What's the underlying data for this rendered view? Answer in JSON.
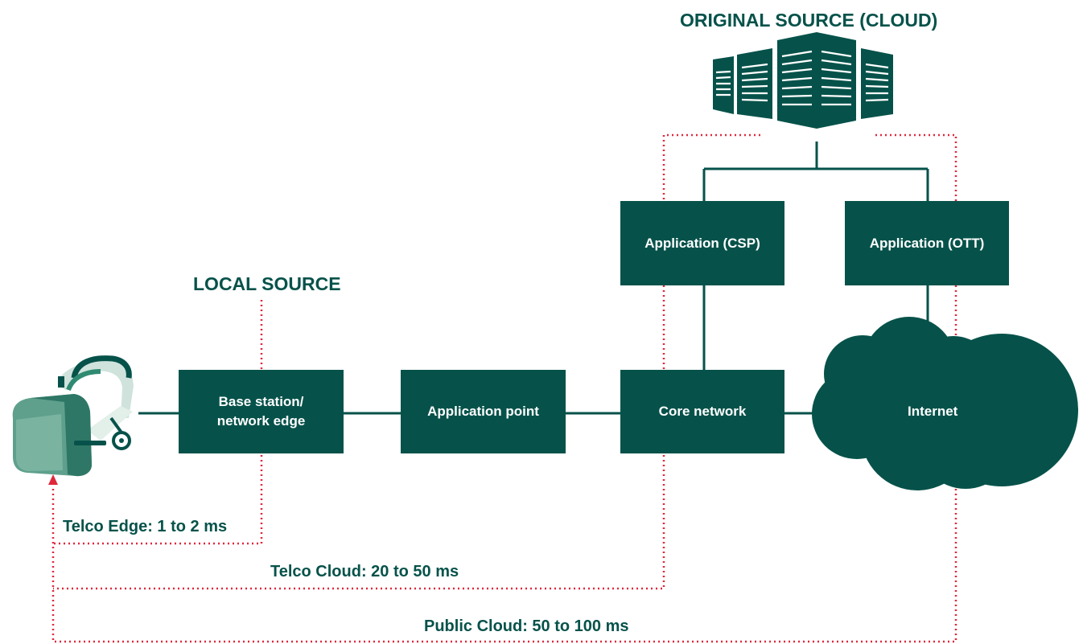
{
  "headings": {
    "original_source": "ORIGINAL SOURCE (CLOUD)",
    "local_source": "LOCAL SOURCE"
  },
  "nodes": {
    "base_station": "Base station/\nnetwork edge",
    "application_point": "Application point",
    "core_network": "Core network",
    "internet": "Internet",
    "application_csp": "Application (CSP)",
    "application_ott": "Application (OTT)"
  },
  "latency": {
    "telco_edge": "Telco Edge: 1 to 2 ms",
    "telco_cloud": "Telco Cloud: 20 to 50 ms",
    "public_cloud": "Public Cloud: 50 to 100 ms"
  },
  "icons": {
    "headset": "vr-headset-icon",
    "servers": "server-rack-icon",
    "cloud": "cloud-icon"
  },
  "colors": {
    "primary": "#06524a",
    "path": "#e0283c",
    "background": "#ffffff"
  }
}
